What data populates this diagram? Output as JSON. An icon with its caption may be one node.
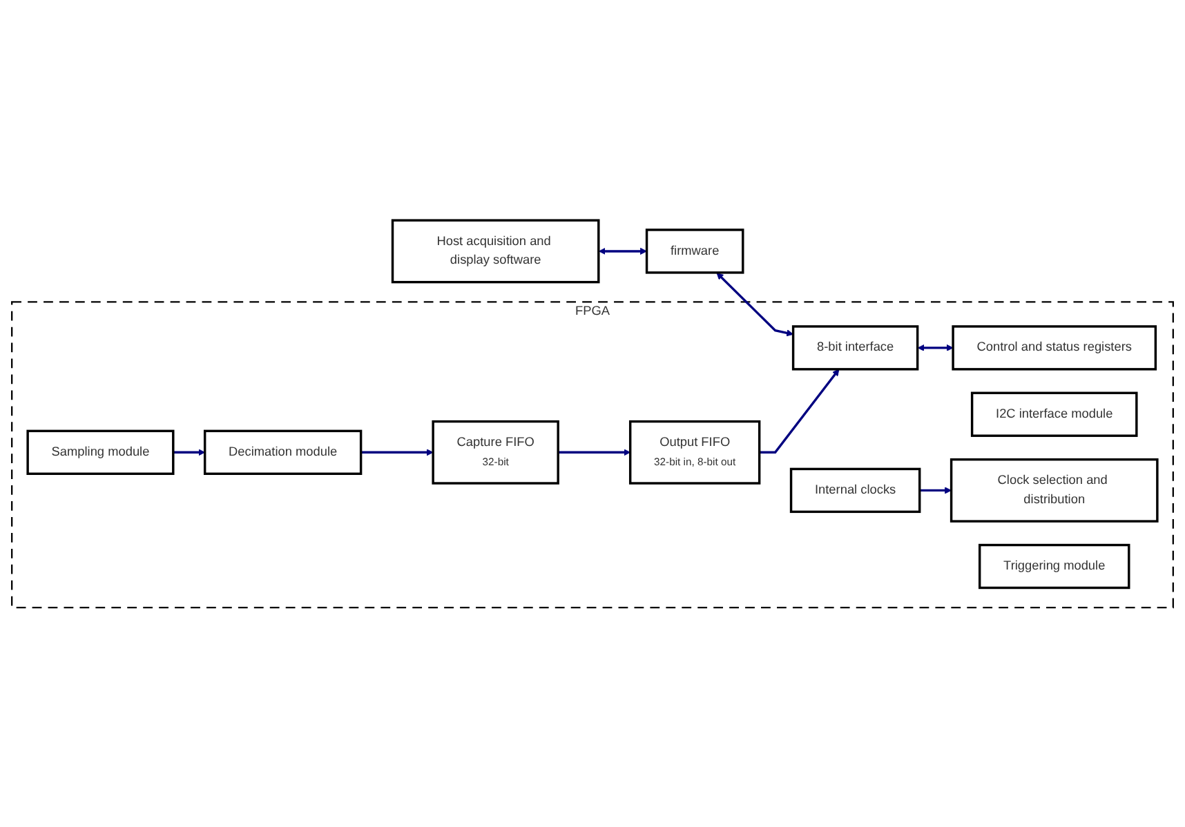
{
  "diagram": {
    "nodes": [
      {
        "text": [
          "FPGA"
        ]
      },
      {
        "text": [
          "Host acquisition and display software"
        ]
      },
      {
        "text": [
          "firmware"
        ]
      },
      {
        "text": [
          "8-bit interface"
        ],
        "in": 0
      },
      {
        "text": [
          "Control and status registers"
        ],
        "in": 0
      },
      {
        "text": [
          "Output FIFO",
          "32-bit in, 8-bit out"
        ],
        "in": 0
      },
      {
        "text": [
          "I2C interface module"
        ],
        "in": 0
      },
      {
        "text": [
          "Capture FIFO",
          "32-bit"
        ],
        "in": 0
      },
      {
        "text": [
          "Internal clocks"
        ],
        "in": 0
      },
      {
        "text": [
          "Decimation module"
        ],
        "in": 0
      },
      {
        "text": [
          "Clock selection and distribution"
        ],
        "in": 0
      },
      {
        "text": [
          "Sampling module"
        ],
        "in": 0
      },
      {
        "text": [
          "Triggering module"
        ],
        "in": 0
      }
    ],
    "edges": [
      {
        "from": 1,
        "to": 2,
        "arrow": "both"
      },
      {
        "from": 2,
        "to": 3,
        "arrow": "both"
      },
      {
        "from": 3,
        "to": 4,
        "arrow": "both"
      },
      {
        "from": 5,
        "to": 3,
        "arrow": "to"
      },
      {
        "from": 7,
        "to": 5,
        "arrow": "to"
      },
      {
        "from": 9,
        "to": 7,
        "arrow": "to"
      },
      {
        "from": 11,
        "to": 9,
        "arrow": "to"
      },
      {
        "from": 8,
        "to": 10,
        "arrow": "to"
      }
    ]
  }
}
